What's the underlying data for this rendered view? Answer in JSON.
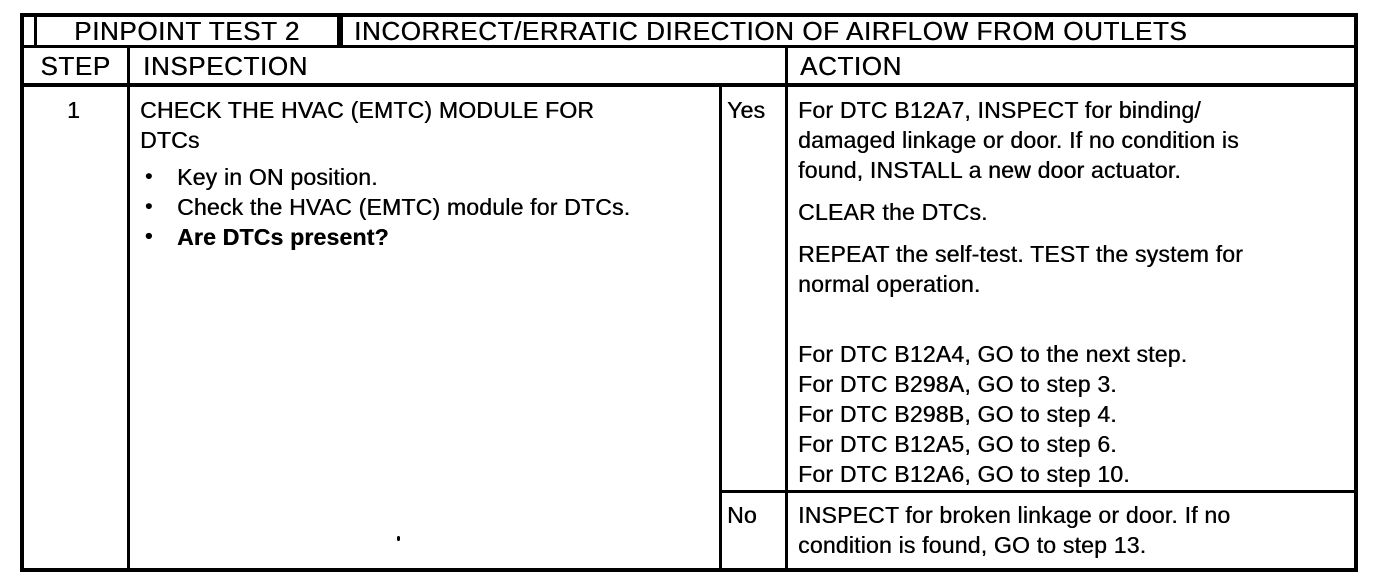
{
  "colors": {
    "ink": "#000000",
    "paper": "#ffffff"
  },
  "icons": {
    "bullet": "•"
  },
  "pinpoint_table": {
    "test_label": "PINPOINT TEST 2",
    "test_description": "INCORRECT/ERRATIC DIRECTION OF AIRFLOW FROM OUTLETS",
    "headers": {
      "step": "STEP",
      "inspection": "INSPECTION",
      "action": "ACTION"
    },
    "step": {
      "number": "1",
      "inspection": {
        "title_lines": [
          "CHECK THE HVAC (EMTC) MODULE FOR",
          "DTCs"
        ],
        "bullets": [
          {
            "text": "Key in ON position.",
            "bold": false
          },
          {
            "text": "Check the HVAC (EMTC) module for DTCs.",
            "bold": false
          },
          {
            "text": "Are DTCs present?",
            "bold": true
          }
        ]
      },
      "yes": {
        "answer": "Yes",
        "paragraphs": [
          {
            "lines": [
              "For DTC B12A7, INSPECT for binding/",
              "damaged linkage or door. If no condition is",
              "found, INSTALL a new door actuator."
            ]
          },
          {
            "lines": [
              "CLEAR the DTCs."
            ]
          },
          {
            "lines": [
              "REPEAT the self-test. TEST the system for",
              "normal operation."
            ]
          },
          {
            "gap_before": true,
            "lines": [
              "For DTC B12A4, GO to the next step.",
              "For DTC B298A, GO to step 3.",
              "For DTC B298B, GO to step 4.",
              "For DTC B12A5, GO to step 6.",
              "For DTC B12A6, GO to step 10."
            ]
          }
        ]
      },
      "no": {
        "answer": "No",
        "paragraphs": [
          {
            "lines": [
              "INSPECT for broken linkage or door. If no",
              "condition is found, GO to step 13."
            ]
          }
        ]
      }
    }
  }
}
